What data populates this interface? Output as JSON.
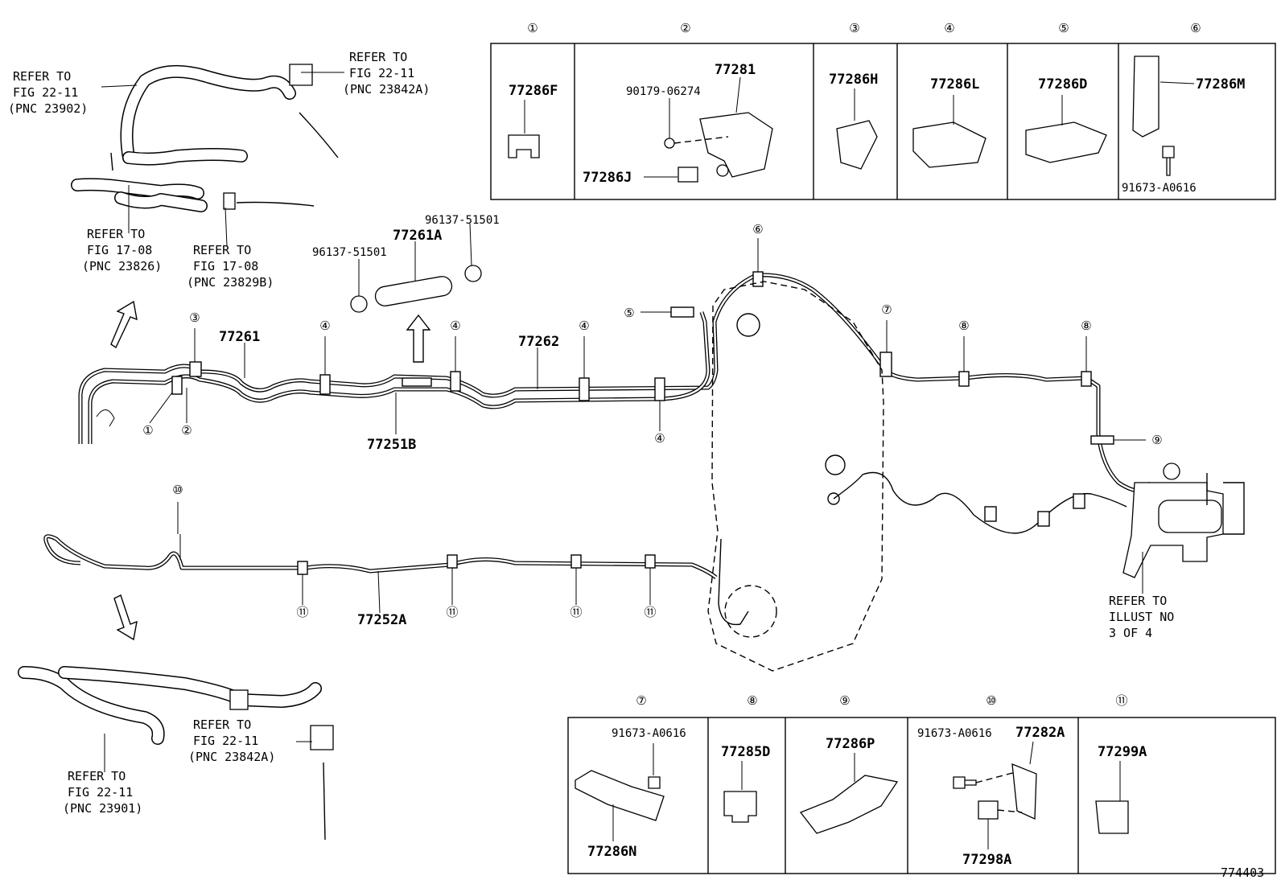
{
  "figure_id": "774403",
  "top_table": {
    "cols": [
      {
        "num": "①",
        "parts": [
          "77286F"
        ]
      },
      {
        "num": "②",
        "parts": [
          "77281",
          "90179-06274",
          "77286J"
        ]
      },
      {
        "num": "③",
        "parts": [
          "77286H"
        ]
      },
      {
        "num": "④",
        "parts": [
          "77286L"
        ]
      },
      {
        "num": "⑤",
        "parts": [
          "77286D"
        ]
      },
      {
        "num": "⑥",
        "parts": [
          "77286M",
          "91673-A0616"
        ]
      }
    ]
  },
  "bottom_table": {
    "cols": [
      {
        "num": "⑦",
        "parts": [
          "91673-A0616",
          "77286N"
        ]
      },
      {
        "num": "⑧",
        "parts": [
          "77285D"
        ]
      },
      {
        "num": "⑨",
        "parts": [
          "77286P"
        ]
      },
      {
        "num": "⑩",
        "parts": [
          "91673-A0616",
          "77282A",
          "77298A"
        ]
      },
      {
        "num": "⑪",
        "parts": [
          "77299A"
        ]
      }
    ]
  },
  "refs": {
    "r_22_11_23902": [
      "REFER TO",
      "FIG 22-11",
      "(PNC 23902)"
    ],
    "r_22_11_23842a_top": [
      "REFER TO",
      "FIG 22-11",
      "(PNC 23842A)"
    ],
    "r_17_08_23826": [
      "REFER TO",
      "FIG 17-08",
      "(PNC 23826)"
    ],
    "r_17_08_23829b": [
      "REFER TO",
      "FIG 17-08",
      "(PNC 23829B)"
    ],
    "r_22_11_23842a_bot": [
      "REFER TO",
      "FIG 22-11",
      "(PNC 23842A)"
    ],
    "r_22_11_23901": [
      "REFER TO",
      "FIG 22-11",
      "(PNC 23901)"
    ],
    "r_illust": [
      "REFER TO",
      "ILLUST NO",
      "3 OF 4"
    ]
  },
  "callout_parts": {
    "hose_set": [
      "96137-51501",
      "77261A",
      "96137-51501"
    ],
    "p77261": "77261",
    "p77262": "77262",
    "p77251b": "77251B",
    "p77252a": "77252A"
  },
  "callouts": {
    "c1": "①",
    "c2": "②",
    "c3": "③",
    "c4": "④",
    "c5": "⑤",
    "c6": "⑥",
    "c7": "⑦",
    "c8": "⑧",
    "c9": "⑨",
    "c10": "⑩",
    "c11": "⑪"
  }
}
